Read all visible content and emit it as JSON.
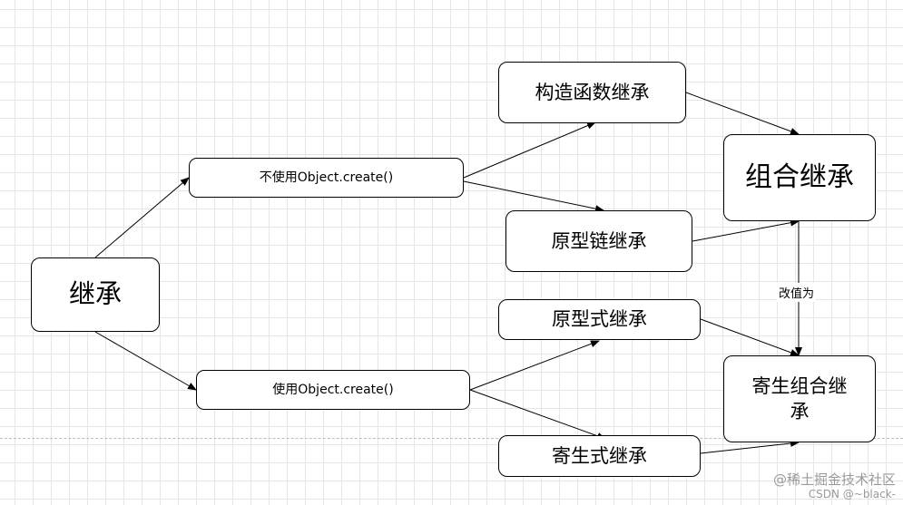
{
  "nodes": {
    "root": "继承",
    "no_create": "不使用Object.create()",
    "use_create": "使用Object.create()",
    "constructor": "构造函数继承",
    "prototype_chain": "原型链继承",
    "combination": "组合继承",
    "prototypal": "原型式继承",
    "parasitic": "寄生式继承",
    "parasitic_combination": "寄生组合继承"
  },
  "edge_label": "改值为",
  "watermark": {
    "line1": "@稀土掘金技术社区",
    "line2": "CSDN @~black-"
  },
  "colors": {
    "stroke": "#000000",
    "grid": "#e6e6e6"
  }
}
